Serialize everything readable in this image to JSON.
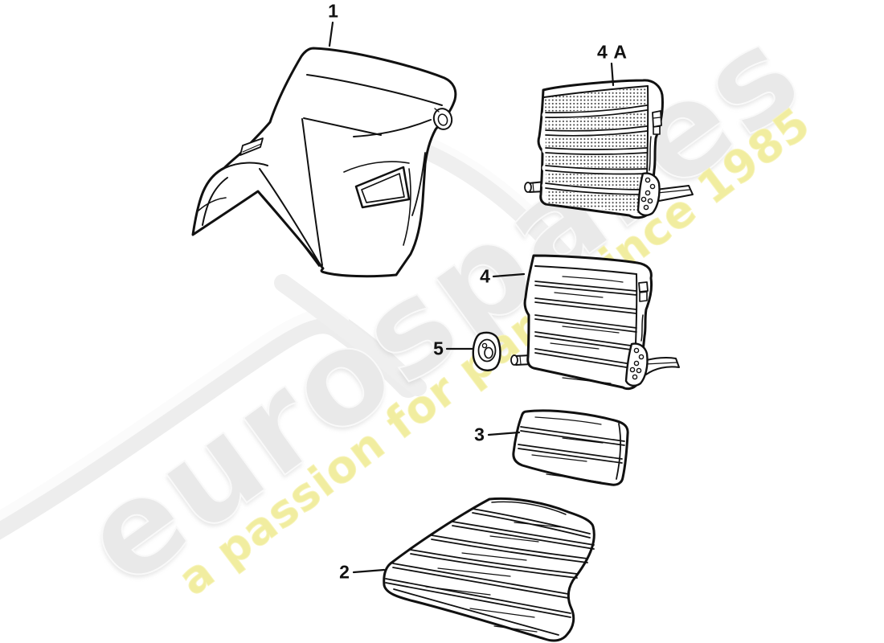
{
  "watermark": {
    "brand": "eurospares",
    "tagline": "a passion for parts since 1985",
    "brand_color": "#e9e9e9",
    "tagline_color": "#f1eda0"
  },
  "diagram": {
    "line_color": "#111111",
    "parts": [
      {
        "id": "1",
        "label": "1"
      },
      {
        "id": "2",
        "label": "2"
      },
      {
        "id": "3",
        "label": "3"
      },
      {
        "id": "4",
        "label": "4"
      },
      {
        "id": "4A",
        "label": "4 A"
      },
      {
        "id": "5",
        "label": "5"
      }
    ]
  }
}
